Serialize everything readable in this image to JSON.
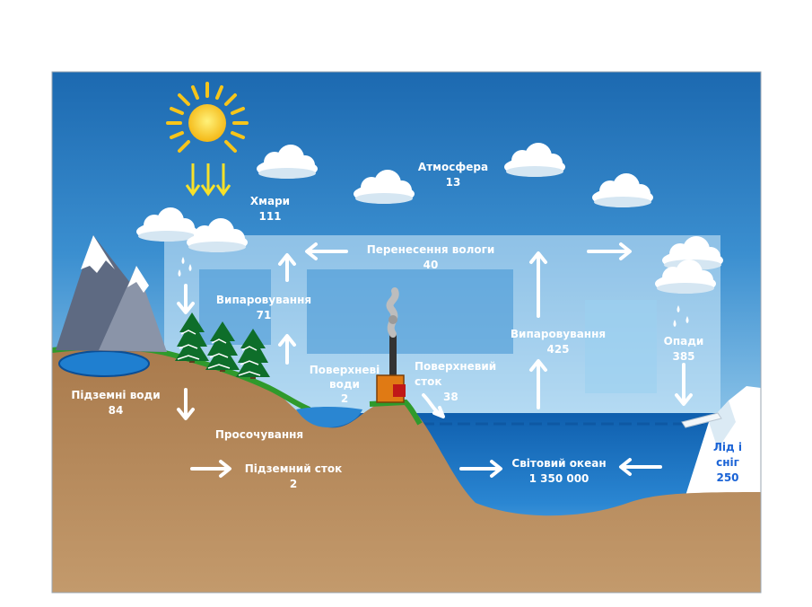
{
  "labels": {
    "atmosphere": {
      "name": "Атмосфера",
      "value": "13"
    },
    "clouds": {
      "name": "Хмари",
      "value": "111"
    },
    "moisture_transfer": {
      "name": "Перенесення вологи",
      "value": "40"
    },
    "evaporation_land": {
      "name": "Випаровування",
      "value": "71"
    },
    "evaporation_ocean": {
      "name": "Випаровування",
      "value": "425"
    },
    "precipitation": {
      "name": "Опади",
      "value": "385"
    },
    "groundwater": {
      "name": "Підземні води",
      "value": "84"
    },
    "surface_waters": {
      "line1": "Поверхневі",
      "line2": "води",
      "value": "2"
    },
    "surface_runoff": {
      "line1": "Поверхневий",
      "line2": "сток",
      "value": "38"
    },
    "infiltration": {
      "name": "Просочування"
    },
    "underground_runoff": {
      "name": "Підземний сток",
      "value": "2"
    },
    "world_ocean": {
      "name": "Світовий океан",
      "value": "1 350 000"
    },
    "ice_snow": {
      "line1": "Лід і",
      "line2": "сніг",
      "value": "250"
    }
  },
  "colors": {
    "sky_top": "#1f6fb5",
    "sky_bottom": "#c6e4f5",
    "ocean": "#1f78c8",
    "ground": "#b98a5c",
    "grass": "#2f9a2c",
    "sun": "#f7c51a",
    "label_blue": "#1a63d6"
  },
  "icons": [
    "sun-icon",
    "cloud-icon",
    "rain-icon",
    "mountain-icon",
    "tree-icon",
    "factory-icon",
    "iceberg-icon",
    "arrow-icon"
  ]
}
